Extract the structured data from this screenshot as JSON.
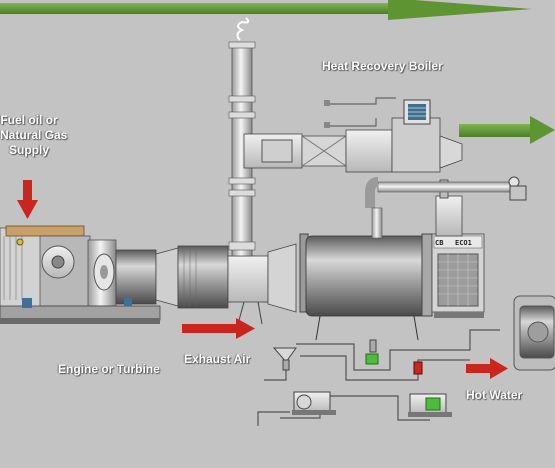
{
  "labels": {
    "fuel_line1": "Fuel oil or",
    "fuel_line2": "Natural Gas",
    "fuel_line3": "Supply",
    "heat_recovery_boiler": "Heat Recovery Boiler",
    "exhaust_air": "Exhaust Air",
    "engine_or_turbine": "Engine or Turbine",
    "hot_water": "Hot Water"
  },
  "boiler_plate": {
    "left": "CB",
    "right": "ECO1"
  },
  "icons": {
    "flow_arrow_top": "green-right-arrow",
    "flow_arrow_boiler": "green-right-arrow",
    "fuel_arrow": "red-down-arrow",
    "exhaust_arrow": "red-right-arrow",
    "hot_water_arrow": "red-right-arrow"
  },
  "colors": {
    "background": "#c3c3c3",
    "green_arrow": "#5e9432",
    "red_arrow": "#c8261e",
    "label_text": "#ffffff"
  }
}
